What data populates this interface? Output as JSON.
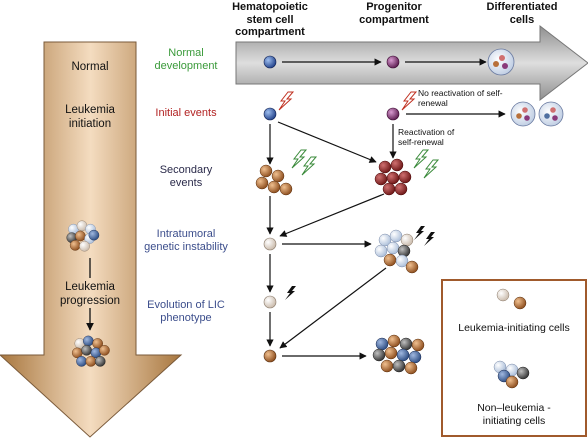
{
  "headers": {
    "hsc": "Hematopoietic stem cell compartment",
    "progenitor": "Progenitor compartment",
    "differentiated": "Differentiated cells"
  },
  "left_arrow": {
    "normal": "Normal",
    "initiation": "Leukemia initiation",
    "progression": "Leukemia progression"
  },
  "stages": [
    {
      "label": "Normal development",
      "color": "#3a9a3a"
    },
    {
      "label": "Initial events",
      "color": "#b22222"
    },
    {
      "label": "Secondary events",
      "color": "#2a2a4a"
    },
    {
      "label": "Intratumoral genetic instability",
      "color": "#3c4e8c"
    },
    {
      "label": "Evolution of LIC phenotype",
      "color": "#3c4e8c"
    }
  ],
  "annotations": {
    "no_reactivation": "No reactivation of self-renewal",
    "reactivation": "Reactivation of self-renewal"
  },
  "legend": {
    "lic": "Leukemia-initiating cells",
    "non_lic": "Non–leukemia -initiating cells",
    "border_color": "#a05a2c"
  },
  "colors": {
    "stem": "#2d5aa8",
    "progenitor": "#7a2a6a",
    "orange_cell": "#b8703a",
    "red_cell": "#8a2a2a",
    "pale_cell": "#e8ddd0",
    "blue_cell": "#5070a0",
    "gray_cell": "#555555",
    "lightning_green": "#3a8a3a",
    "lightning_red": "#c03020",
    "lightning_black": "#111111"
  }
}
